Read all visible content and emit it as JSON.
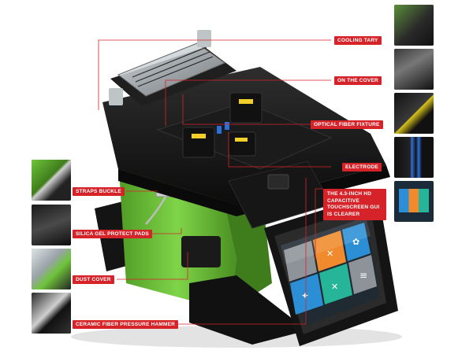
{
  "callouts": {
    "cooling_tary": "COOLING TARY",
    "on_the_cover": "ON THE COVER",
    "optical_fiber_fixture": "OPTICAL FIBER FIXTURE",
    "electrode": "ELECTRODE",
    "touchscreen": "THE 4.3-INCH HD CAPACITIVE TOUCHSCREEN GUI IS CLEARER",
    "straps_buckle": "STRAPS BUCKLE",
    "silica_gel_pads": "SILICA GEL PROTECT PADS",
    "dust_cover": "DUST COVER",
    "ceramic_hammer": "CERAMIC FIBER PRESSURE HAMMER"
  },
  "colors": {
    "callout_red": "#d6232a",
    "body_green": "#6fc43a",
    "body_black": "#151515",
    "screen_orange": "#f08a2c",
    "screen_blue": "#2c8fd6",
    "screen_teal": "#27b59a"
  },
  "icons": [
    "power-icon",
    "tools-icon",
    "settings-icon",
    "document-icon",
    "layout-icon",
    "camera-icon"
  ]
}
